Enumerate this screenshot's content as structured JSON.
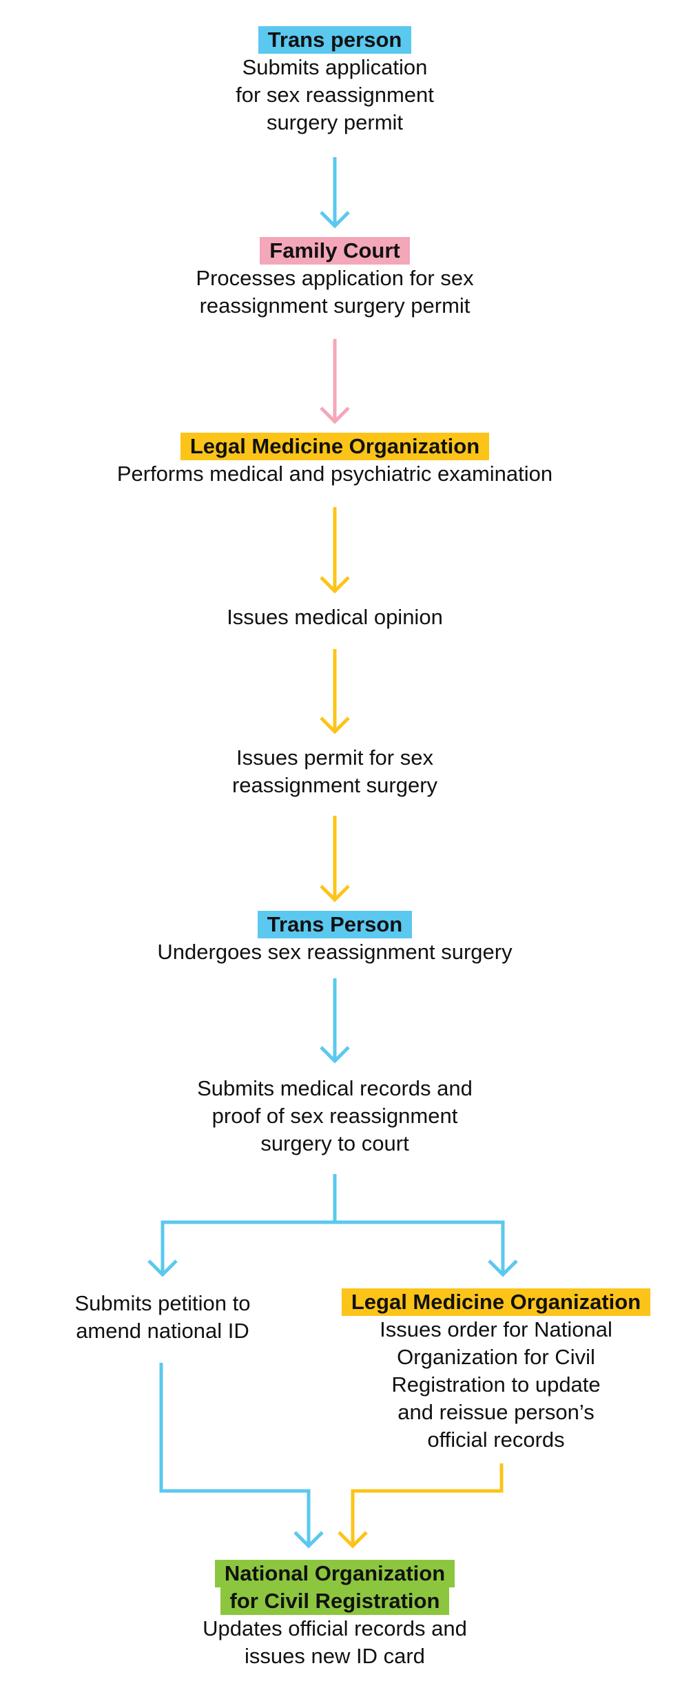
{
  "colors": {
    "blue": "#5bc8ef",
    "pink": "#f4a7b9",
    "yellow": "#fcc419",
    "green": "#8cc63f"
  },
  "steps": {
    "s1": {
      "actor": "Trans person",
      "text": "Submits application\nfor sex reassignment\nsurgery permit"
    },
    "s2": {
      "actor": "Family Court",
      "text": "Processes application for sex\nreassignment surgery permit"
    },
    "s3": {
      "actor": "Legal Medicine Organization",
      "text": "Performs medical and psychiatric examination"
    },
    "s4": {
      "text": "Issues medical opinion"
    },
    "s5": {
      "text": "Issues permit for sex\nreassignment surgery"
    },
    "s6": {
      "actor": "Trans Person",
      "text": "Undergoes sex reassignment surgery"
    },
    "s7": {
      "text": "Submits medical records and\nproof of sex reassignment\nsurgery to court"
    },
    "s8a": {
      "text": "Submits petition to\namend national ID"
    },
    "s8b": {
      "actor": "Legal Medicine Organization",
      "text": "Issues order for National\nOrganization for Civil\nRegistration to update\nand reissue person’s\nofficial records"
    },
    "s9": {
      "actor_line1": "National Organization",
      "actor_line2": "for Civil Registration",
      "text": "Updates official records and\nissues new ID card"
    }
  }
}
